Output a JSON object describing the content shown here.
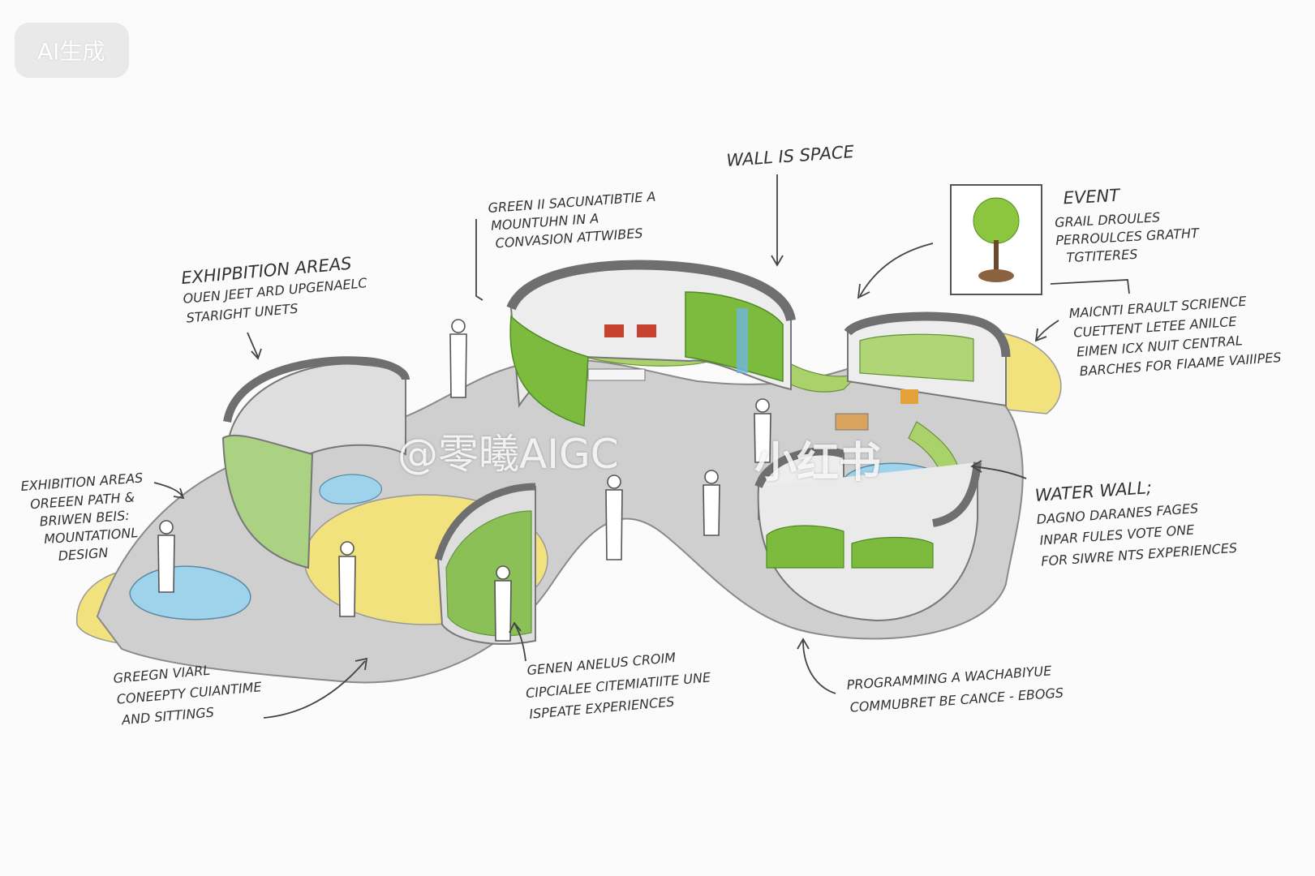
{
  "ai_tag": "AI生成",
  "watermark": {
    "handle": "@零曦AIGC",
    "platform": "小红书"
  },
  "annotations": {
    "wall_is_space": {
      "title": "WALL   IS SPACE"
    },
    "green_mountain": {
      "lines": [
        "GREEN II SACUNATIBTIE A",
        "MOUNTUHN IN A",
        "CONVASION ATTWIBES"
      ]
    },
    "event": {
      "title": "EVENT",
      "lines": [
        "GRAIL DROULES",
        "PERROULCES GRATHT",
        "TGTITERES"
      ]
    },
    "exhibition_top": {
      "title": "EXHIPBITION AREAS",
      "lines": [
        "OUEN JEET ARD UPGENAELC",
        "STARIGHT UNETS"
      ]
    },
    "maintenance": {
      "lines": [
        "MAICNTI ERAULT SCRIENCE",
        "CUETTENT LETEE ANILCE",
        "EIMEN ICX NUIT CENTRAL",
        "BARCHES FOR FIAAME VAIIIPES"
      ]
    },
    "exhibition_left": {
      "title": "EXHIBITION AREAS",
      "lines": [
        "OREEEN PATH &",
        "BRIWEN BEIS:",
        "MOUNTATIONL",
        "DESIGN"
      ]
    },
    "water_wall": {
      "title": "WATER WALL;",
      "lines": [
        "DAGNO DARANES FAGES",
        "INPAR FULES VOTE ONE",
        "FOR SIWRE NTS EXPERIENCES"
      ]
    },
    "green_wall": {
      "lines": [
        "GREEGN VIARL",
        "CONEEPTY CUIANTIME",
        "AND SITTINGS"
      ]
    },
    "genen_anelus": {
      "lines": [
        "GENEN ANELUS CROIM",
        "CIPCIALEE CITEMIATIITE UNE",
        "ISPEATE EXPERIENCES"
      ]
    },
    "programming": {
      "lines": [
        "PROGRAMMING A WACHABIYUE",
        "COMMUBRET BE CANCE - EBOGS"
      ]
    }
  },
  "colors": {
    "floor": "#cfcfcf",
    "wall": "#dedede",
    "wall_dark": "#8c8c8c",
    "greenery": "#7dbb3f",
    "greenery_dark": "#4f8a25",
    "yellow_floor": "#f2e27e",
    "water": "#9fd3ec",
    "grass": "#a9d36a",
    "furniture_red": "#c8432f",
    "furniture_orange": "#e6a23a",
    "ink": "#333333"
  }
}
